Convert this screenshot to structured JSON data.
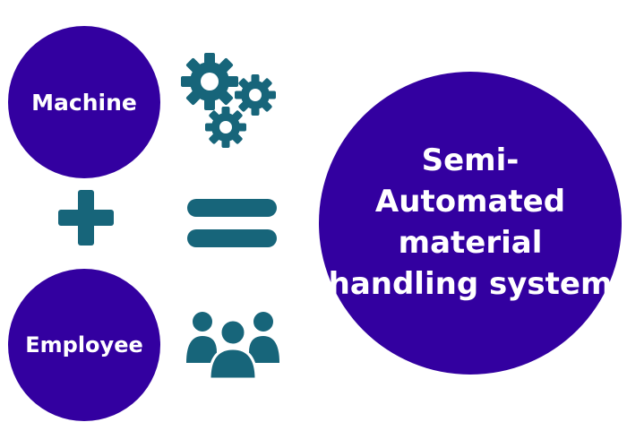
{
  "machine": {
    "label": "Machine"
  },
  "employee": {
    "label": "Employee"
  },
  "result": {
    "label": "Semi-Automated material handling system"
  },
  "icons": {
    "machine_icon": "gears-icon",
    "employee_icon": "people-group-icon",
    "plus_icon": "plus-icon",
    "equals_icon": "equals-icon"
  },
  "colors": {
    "circle_fill": "#3300a0",
    "icon_fill": "#17657a",
    "text": "#ffffff"
  }
}
